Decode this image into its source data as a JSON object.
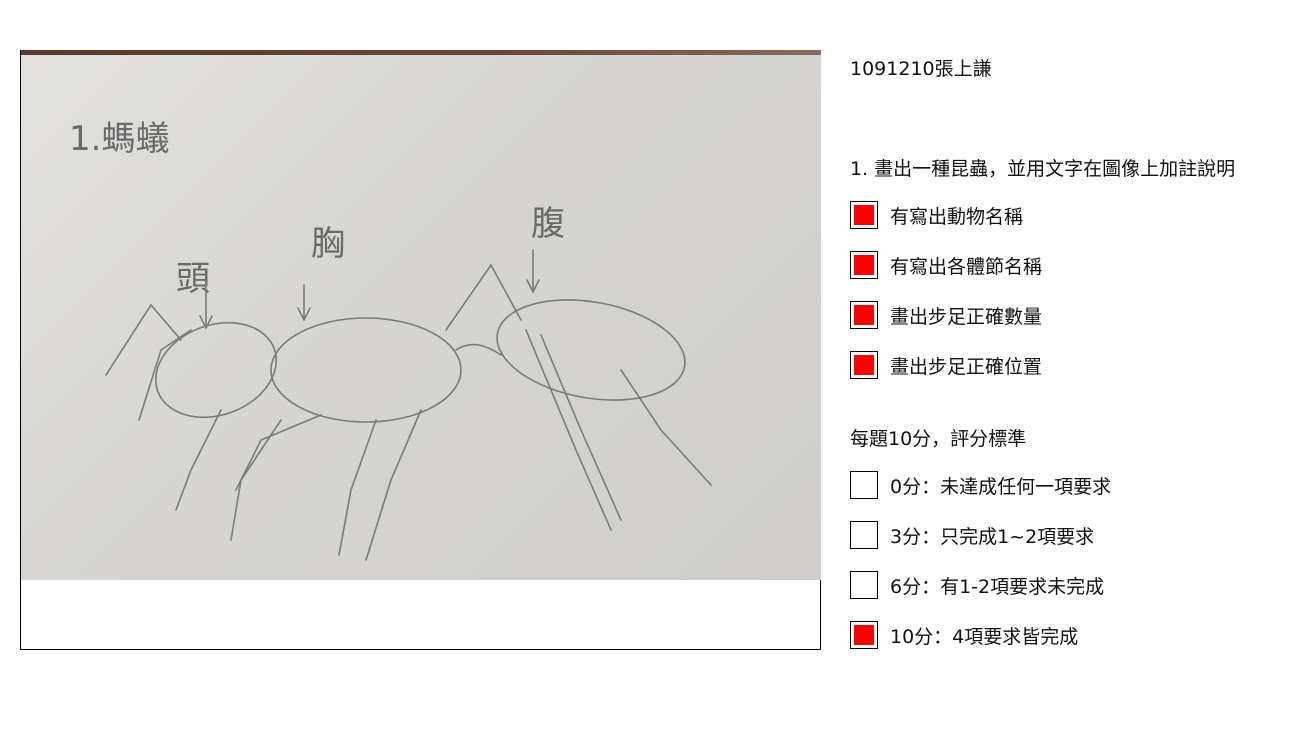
{
  "student": {
    "id_name": "1091210張上謙"
  },
  "drawing": {
    "title_text": "1.螞蟻",
    "labels": {
      "head": "頭",
      "thorax": "胸",
      "abdomen": "腹"
    }
  },
  "question": {
    "text": "1. 畫出一種昆蟲，並用文字在圖像上加註說明",
    "criteria": [
      {
        "label": "有寫出動物名稱",
        "checked": true
      },
      {
        "label": "有寫出各體節名稱",
        "checked": true
      },
      {
        "label": "畫出步足正確數量",
        "checked": true
      },
      {
        "label": "畫出步足正確位置",
        "checked": true
      }
    ]
  },
  "scoring": {
    "title": "每題10分，評分標準",
    "options": [
      {
        "label": "0分：未達成任何一項要求",
        "checked": false
      },
      {
        "label": "3分：只完成1~2項要求",
        "checked": false
      },
      {
        "label": "6分：有1-2項要求未完成",
        "checked": false
      },
      {
        "label": "10分：4項要求皆完成",
        "checked": true
      }
    ]
  },
  "colors": {
    "checked_fill": "#ff0000",
    "border": "#000000"
  }
}
